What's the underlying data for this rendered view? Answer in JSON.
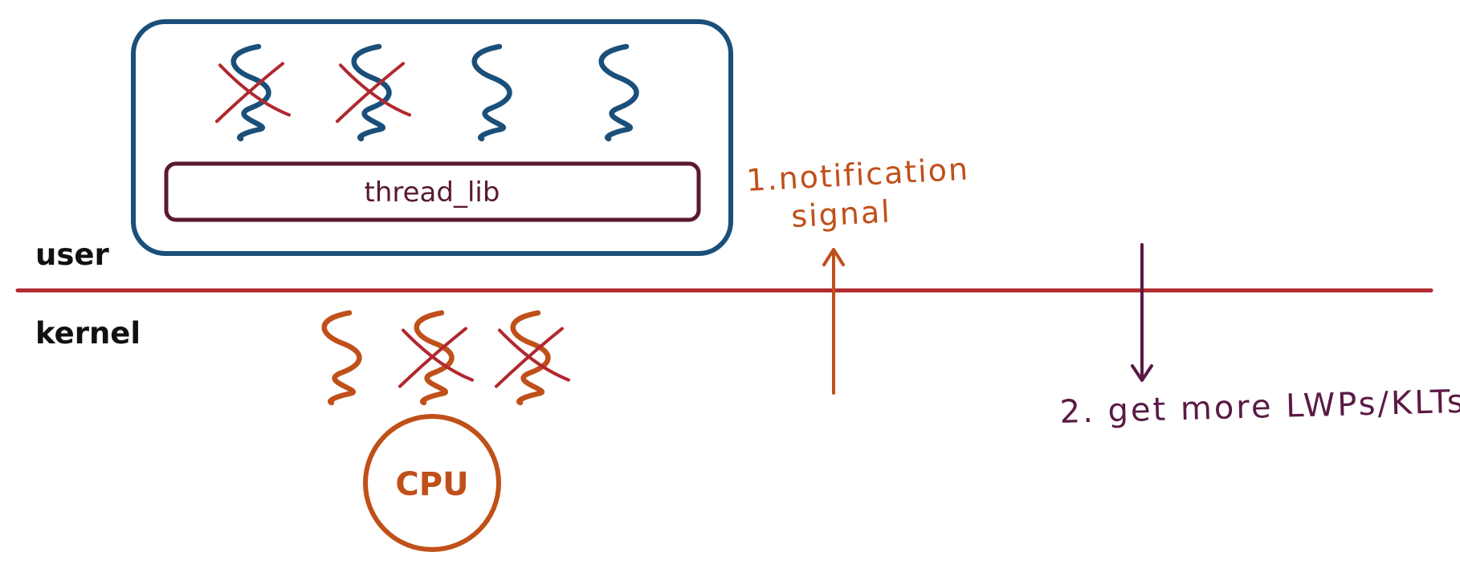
{
  "labels": {
    "user": "user",
    "kernel": "kernel",
    "thread_lib": "thread_lib",
    "cpu": "CPU",
    "step1_line1": "1.notification",
    "step1_line2": "signal",
    "step2": "2. get more LWPs/KLTs"
  },
  "user_threads": [
    {
      "crossed": true
    },
    {
      "crossed": true
    },
    {
      "crossed": false
    },
    {
      "crossed": false
    }
  ],
  "kernel_threads": [
    {
      "crossed": false
    },
    {
      "crossed": true
    },
    {
      "crossed": true
    }
  ],
  "colors": {
    "process_box": "#1a4f7a",
    "user_thread": "#1a4f7a",
    "thread_lib": "#5a1a2e",
    "boundary": "#b0282e",
    "cross": "#b0282e",
    "kernel_thread": "#c0501a",
    "cpu": "#c0501a",
    "notification": "#c0501a",
    "get_more": "#5a1a45"
  }
}
